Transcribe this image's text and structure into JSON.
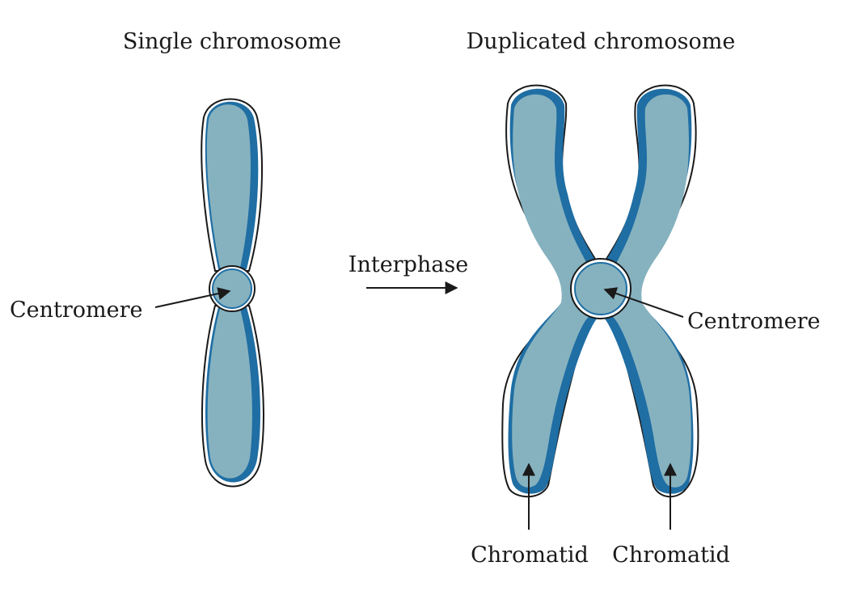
{
  "titles": {
    "single": "Single chromosome",
    "duplicated": "Duplicated chromosome"
  },
  "labels": {
    "centromere_left": "Centromere",
    "interphase": "Interphase",
    "centromere_right": "Centromere",
    "chromatid_left": "Chromatid",
    "chromatid_right": "Chromatid"
  },
  "colors": {
    "chromatid_fill": "#86b2bf",
    "chromatid_edge": "#1f6ea4",
    "outline": "#1a1a1a",
    "background": "#ffffff"
  }
}
